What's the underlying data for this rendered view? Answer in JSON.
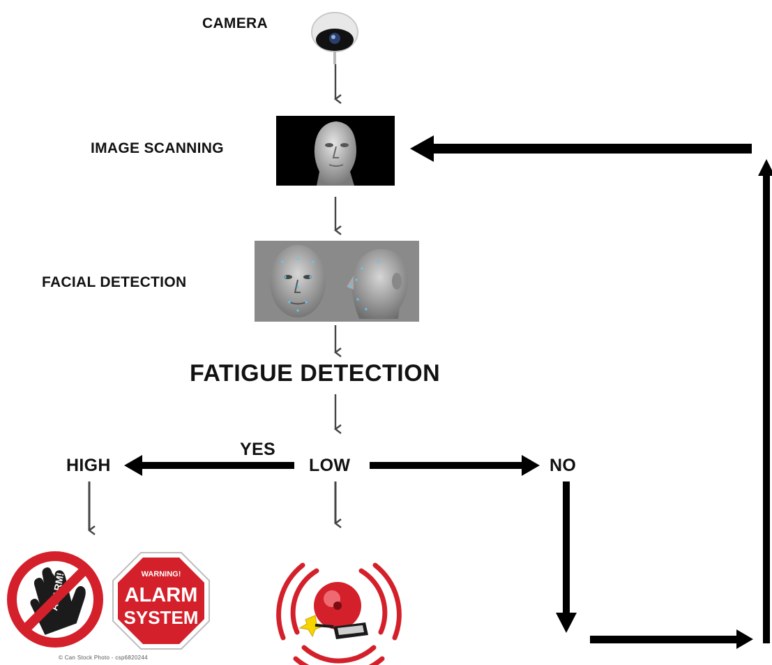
{
  "labels": {
    "camera": "CAMERA",
    "image_scanning": "IMAGE SCANNING",
    "facial_detection": "FACIAL DETECTION",
    "fatigue_detection": "FATIGUE DETECTION",
    "yes": "YES",
    "high": "HIGH",
    "low": "LOW",
    "no": "NO"
  },
  "sign": {
    "warning": "WARNING!",
    "line1": "ALARM",
    "line2": "SYSTEM",
    "hand_text": "ALARM!",
    "credit": "© Can Stock Photo - csp6820244"
  },
  "colors": {
    "arrow": "#000000",
    "thin_arrow": "#444444",
    "alarm_red": "#d4202a"
  }
}
